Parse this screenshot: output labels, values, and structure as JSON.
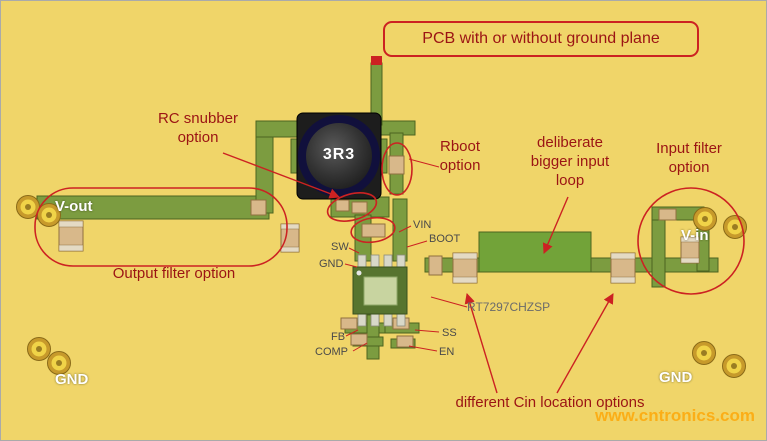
{
  "annotations": {
    "title": "PCB with or without ground plane",
    "rc_snubber": "RC snubber option",
    "rboot": "Rboot option",
    "input_loop": "deliberate bigger input loop",
    "input_filter": "Input filter option",
    "output_filter": "Output filter option",
    "cin_locations": "different Cin location options"
  },
  "net_labels": {
    "vout": "V-out",
    "vin": "V-in",
    "gnd_left": "GND",
    "gnd_right": "GND"
  },
  "components": {
    "inductor_value": "3R3",
    "ic_part_number": "RT7297CHZSP"
  },
  "pin_labels": {
    "vin": "VIN",
    "boot": "BOOT",
    "sw": "SW",
    "gnd": "GND",
    "fb": "FB",
    "comp": "COMP",
    "ss": "SS",
    "en": "EN"
  },
  "watermark": "www.cntronics.com",
  "colors": {
    "board": "#F0D569",
    "trace": "#7C9C40",
    "trace-dark": "#4C6420",
    "copper-pour": "#72A339",
    "annotation-red": "#9B1414",
    "highlight-red": "#CC2222",
    "pad-gold": "#C79A2B",
    "pad-center": "#F0D348",
    "cap-tan": "#D8B88A",
    "watermark-orange": "#FBAE17"
  }
}
